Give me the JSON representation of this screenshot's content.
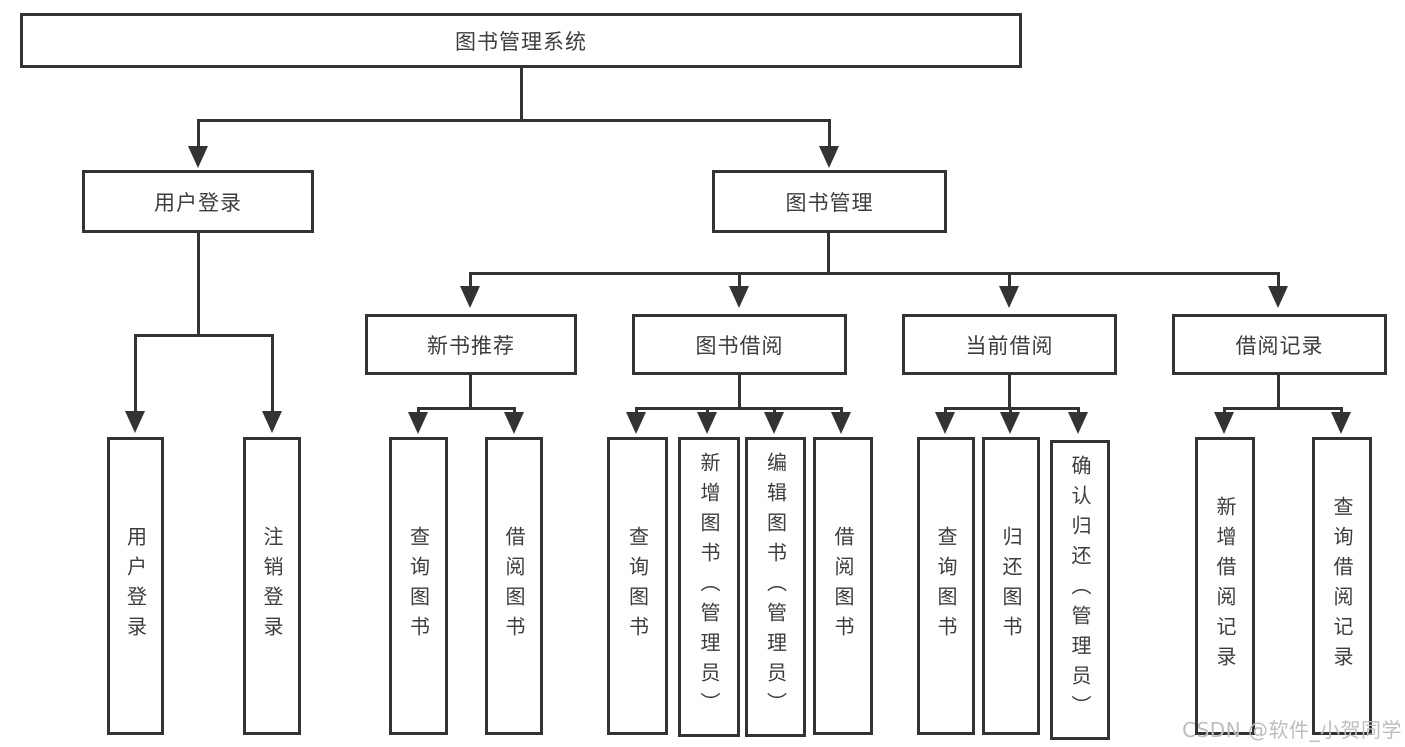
{
  "tree": {
    "root": "图书管理系统",
    "children": [
      {
        "label": "用户登录",
        "children": [
          "用户登录",
          "注销登录"
        ]
      },
      {
        "label": "图书管理",
        "children": [
          {
            "label": "新书推荐",
            "children": [
              "查询图书",
              "借阅图书"
            ]
          },
          {
            "label": "图书借阅",
            "children": [
              "查询图书",
              "新增图书（管理员）",
              "编辑图书（管理员）",
              "借阅图书"
            ]
          },
          {
            "label": "当前借阅",
            "children": [
              "查询图书",
              "归还图书",
              "确认归还（管理员）"
            ]
          },
          {
            "label": "借阅记录",
            "children": [
              "新增借阅记录",
              "查询借阅记录"
            ]
          }
        ]
      }
    ]
  },
  "watermark": {
    "text": "CSDN @软件_小贺同学"
  },
  "colors": {
    "line": "#333333",
    "text": "#3d3d3d",
    "watermark": "#bbbec2",
    "background": "#ffffff"
  }
}
